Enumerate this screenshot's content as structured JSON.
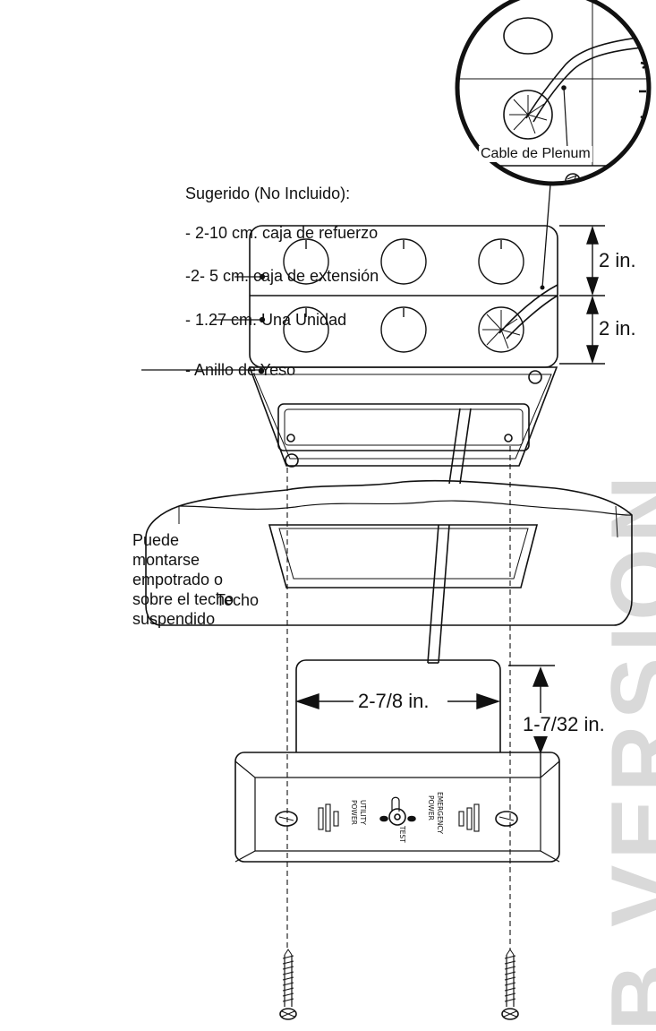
{
  "suggested": {
    "heading": "Sugerido (No Incluido):",
    "items": [
      "- 2-10 cm. caja de refuerzo",
      "-2- 5 cm. caja de extensión",
      "- 1.27 cm. Una Unidad",
      "- Anillo de Yeso"
    ]
  },
  "zoom_label": "Cable de Plenum",
  "dimensions": {
    "box_top": "2 in.",
    "box_bottom": "2 in.",
    "width": "2-7/8 in.",
    "depth": "1-7/32 in."
  },
  "ceiling_label": "Techo",
  "mount_note": "Puede montarse empotrado o sobre el techo suspendido",
  "unit_labels": {
    "utility": "UTILITY",
    "utility_power": "POWER",
    "emergency": "EMERGENCY",
    "emergency_power": "POWER",
    "test": "TEST"
  },
  "watermark": "B VERSION"
}
